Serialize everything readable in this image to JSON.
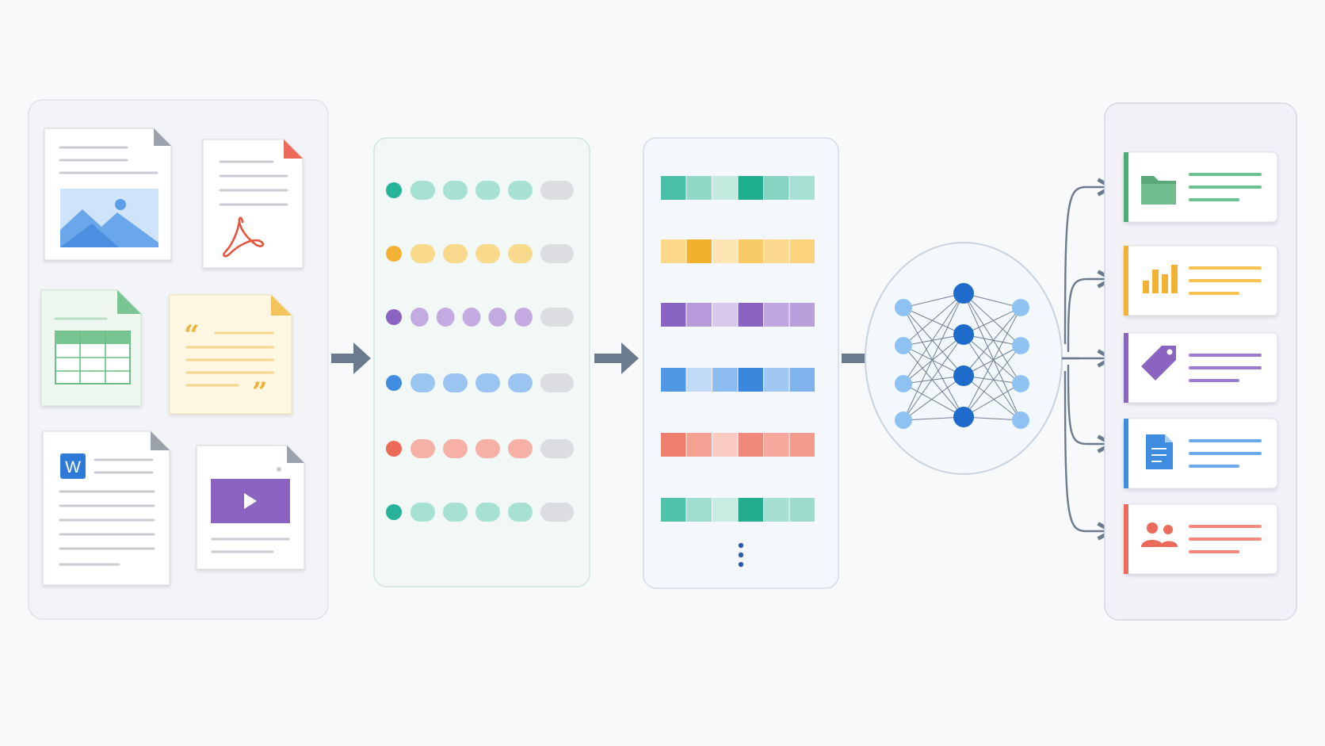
{
  "colors": {
    "background": "#f8f9fb",
    "teal": "#26b39a",
    "orange": "#f2b233",
    "purple": "#8b63c0",
    "blue": "#3f8de0",
    "red": "#ec6a5a",
    "arrow": "#6b7a8c",
    "node_dark": "#1f6bcc",
    "node_light": "#8ec2f2"
  },
  "documents": [
    {
      "name": "image-document",
      "icon": "image-icon"
    },
    {
      "name": "pdf-document",
      "icon": "pdf-icon"
    },
    {
      "name": "spreadsheet-document",
      "icon": "table-icon"
    },
    {
      "name": "quote-document",
      "icon": "quote-icon"
    },
    {
      "name": "word-document",
      "icon": "word-icon",
      "badge": "W"
    },
    {
      "name": "video-document",
      "icon": "play-icon"
    }
  ],
  "token_rows": [
    {
      "color": "#26b39a",
      "tone": "#a6e1d3",
      "tokens": 4
    },
    {
      "color": "#f2b233",
      "tone": "#f9d98c",
      "tokens": 4
    },
    {
      "color": "#8b63c0",
      "tone": "#c3aae0",
      "tokens": 5
    },
    {
      "color": "#3f8de0",
      "tone": "#9cc4f0",
      "tokens": 4
    },
    {
      "color": "#ec6a5a",
      "tone": "#f6b0a5",
      "tokens": 4
    },
    {
      "color": "#26b39a",
      "tone": "#a6e1d3",
      "tokens": 4
    }
  ],
  "embedding_rows": [
    {
      "cells": [
        "#48bfa6",
        "#92d8c7",
        "#c2ebe0",
        "#1fae8e",
        "#86d4c1",
        "#a6e1d3"
      ]
    },
    {
      "cells": [
        "#fbd78a",
        "#f2b12d",
        "#fde6b4",
        "#f9cb66",
        "#fcd98e",
        "#fbd37c"
      ]
    },
    {
      "cells": [
        "#8a64c2",
        "#b69ad9",
        "#d7c8ec",
        "#8b63c0",
        "#c0a7e0",
        "#b9a0dc"
      ]
    },
    {
      "cells": [
        "#4f96e3",
        "#c0daf6",
        "#8cbcef",
        "#3a87dd",
        "#a1c8f2",
        "#7fb3ec"
      ]
    },
    {
      "cells": [
        "#ee7e6e",
        "#f4a194",
        "#f9cbc3",
        "#f0897b",
        "#f5a89b",
        "#f29a8c"
      ]
    },
    {
      "cells": [
        "#4fc2aa",
        "#9fddcf",
        "#c7ede3",
        "#23ae8f",
        "#a5e0d2",
        "#9ddbcc"
      ]
    }
  ],
  "network": {
    "input_nodes": 4,
    "hidden_nodes": 4,
    "output_nodes": 4
  },
  "outputs": [
    {
      "name": "folder",
      "icon": "folder-icon",
      "color": "#4caf72",
      "line": "#6cc391"
    },
    {
      "name": "chart",
      "icon": "bar-chart-icon",
      "color": "#f2b233",
      "line": "#f5c351"
    },
    {
      "name": "tag",
      "icon": "tag-icon",
      "color": "#8b63c0",
      "line": "#9b7ccb"
    },
    {
      "name": "document",
      "icon": "document-icon",
      "color": "#3f8de0",
      "line": "#6aa8e8"
    },
    {
      "name": "people",
      "icon": "people-icon",
      "color": "#ec6a5a",
      "line": "#f08a7c"
    }
  ]
}
